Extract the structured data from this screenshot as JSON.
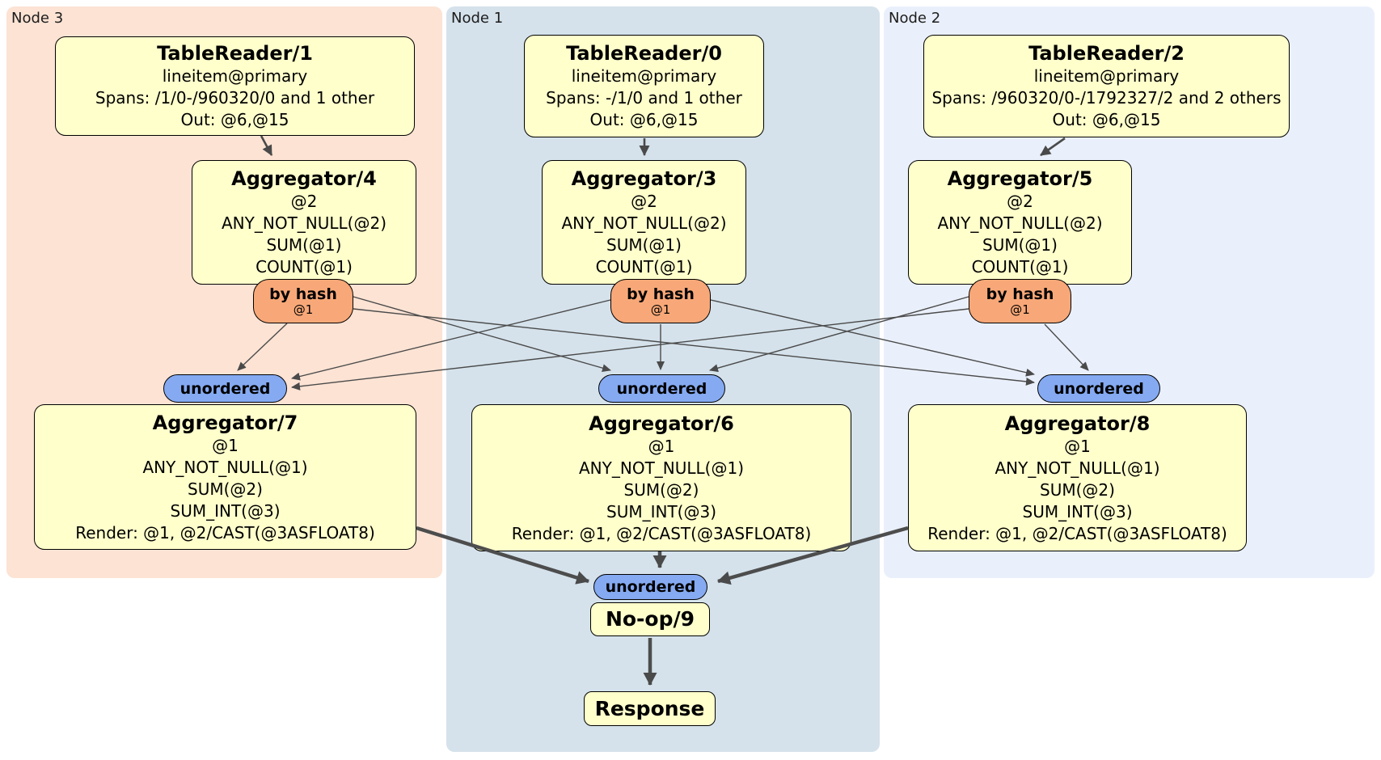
{
  "colors": {
    "region_node3": "#fce3d4",
    "region_node1": "#d5e2eb",
    "region_node2": "#eaf0fb",
    "process_box_fill": "#ffffcc",
    "router_fill": "#f8a878",
    "sync_fill": "#85aaf2",
    "edge": "#4a4a4a",
    "edge_thick": "#4d4d4d"
  },
  "node3": {
    "label": "Node 3",
    "tablereader": {
      "title": "TableReader/1",
      "lines": [
        "lineitem@primary",
        "Spans: /1/0-/960320/0 and 1 other",
        "Out: @6,@15"
      ]
    },
    "agg_top": {
      "title": "Aggregator/4",
      "lines": [
        "@2",
        "ANY_NOT_NULL(@2)",
        "SUM(@1)",
        "COUNT(@1)"
      ]
    },
    "router": {
      "label": "by hash",
      "detail": "@1"
    },
    "sync": {
      "label": "unordered"
    },
    "agg_bottom": {
      "title": "Aggregator/7",
      "lines": [
        "@1",
        "ANY_NOT_NULL(@1)",
        "SUM(@2)",
        "SUM_INT(@3)",
        "Render: @1, @2/CAST(@3ASFLOAT8)"
      ]
    }
  },
  "node1": {
    "label": "Node 1",
    "tablereader": {
      "title": "TableReader/0",
      "lines": [
        "lineitem@primary",
        "Spans: -/1/0 and 1 other",
        "Out: @6,@15"
      ]
    },
    "agg_top": {
      "title": "Aggregator/3",
      "lines": [
        "@2",
        "ANY_NOT_NULL(@2)",
        "SUM(@1)",
        "COUNT(@1)"
      ]
    },
    "router": {
      "label": "by hash",
      "detail": "@1"
    },
    "sync": {
      "label": "unordered"
    },
    "agg_bottom": {
      "title": "Aggregator/6",
      "lines": [
        "@1",
        "ANY_NOT_NULL(@1)",
        "SUM(@2)",
        "SUM_INT(@3)",
        "Render: @1, @2/CAST(@3ASFLOAT8)"
      ]
    },
    "final": {
      "sync": {
        "label": "unordered"
      },
      "noop": {
        "title": "No-op/9"
      },
      "response": {
        "title": "Response"
      }
    }
  },
  "node2": {
    "label": "Node 2",
    "tablereader": {
      "title": "TableReader/2",
      "lines": [
        "lineitem@primary",
        "Spans: /960320/0-/1792327/2 and 2 others",
        "Out: @6,@15"
      ]
    },
    "agg_top": {
      "title": "Aggregator/5",
      "lines": [
        "@2",
        "ANY_NOT_NULL(@2)",
        "SUM(@1)",
        "COUNT(@1)"
      ]
    },
    "router": {
      "label": "by hash",
      "detail": "@1"
    },
    "sync": {
      "label": "unordered"
    },
    "agg_bottom": {
      "title": "Aggregator/8",
      "lines": [
        "@1",
        "ANY_NOT_NULL(@1)",
        "SUM(@2)",
        "SUM_INT(@3)",
        "Render: @1, @2/CAST(@3ASFLOAT8)"
      ]
    }
  }
}
